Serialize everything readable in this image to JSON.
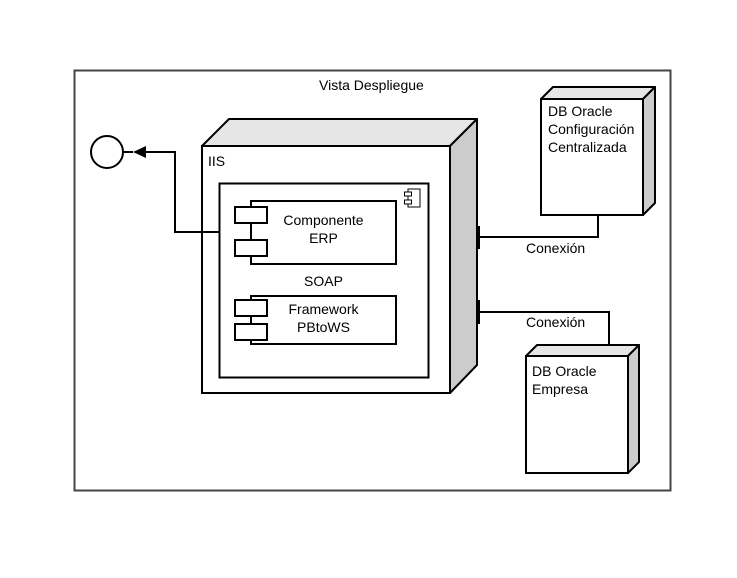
{
  "diagram": {
    "type": "UML deployment diagram",
    "frame": {
      "title": "Vista Despliegue"
    },
    "nodes": {
      "iis": {
        "label": "IIS",
        "artifact": {
          "icon": "component-icon",
          "components": [
            {
              "line1": "Componente",
              "line2": "ERP"
            },
            {
              "line1": "Framework",
              "line2": "PBtoWS"
            }
          ],
          "protocol_label": "SOAP"
        }
      },
      "db_config": {
        "line1": "DB Oracle",
        "line2": "Configuración",
        "line3": "Centralizada"
      },
      "db_empresa": {
        "line1": "DB Oracle",
        "line2": "Empresa"
      }
    },
    "connections": [
      {
        "label": "Conexión",
        "from": "IIS",
        "to": "DB Oracle Configuración Centralizada"
      },
      {
        "label": "Conexión",
        "from": "IIS",
        "to": "DB Oracle Empresa"
      }
    ],
    "interface": {
      "icon": "interface-circle-icon"
    },
    "colors": {
      "line": "#000000",
      "frame_line": "#444444",
      "node_top": "#e6e6e6",
      "node_side": "#cccccc",
      "background": "#ffffff"
    }
  }
}
